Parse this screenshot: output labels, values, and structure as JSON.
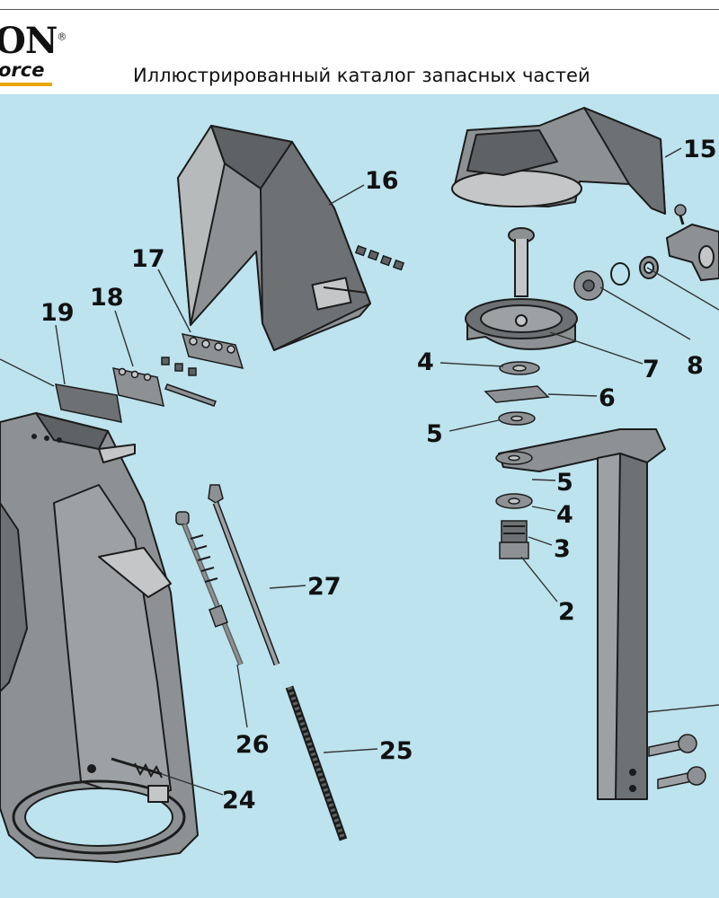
{
  "header": {
    "logo_top": "ON",
    "logo_reg": "®",
    "logo_bottom": "orce",
    "title": "Иллюстрированный каталог запасных частей"
  },
  "colors": {
    "background": "#bce3ee",
    "part_fill": "#8e9193",
    "part_dark": "#5f6264",
    "part_light": "#c4c6c7",
    "outline": "#1c1c1c",
    "accent": "#e8a800"
  },
  "callouts": {
    "c2": "2",
    "c3": "3",
    "c4a": "4",
    "c4b": "4",
    "c5a": "5",
    "c5b": "5",
    "c6": "6",
    "c7": "7",
    "c8": "8",
    "c15": "15",
    "c16": "16",
    "c17": "17",
    "c18": "18",
    "c19": "19",
    "c24": "24",
    "c25": "25",
    "c26": "26",
    "c27": "27"
  }
}
